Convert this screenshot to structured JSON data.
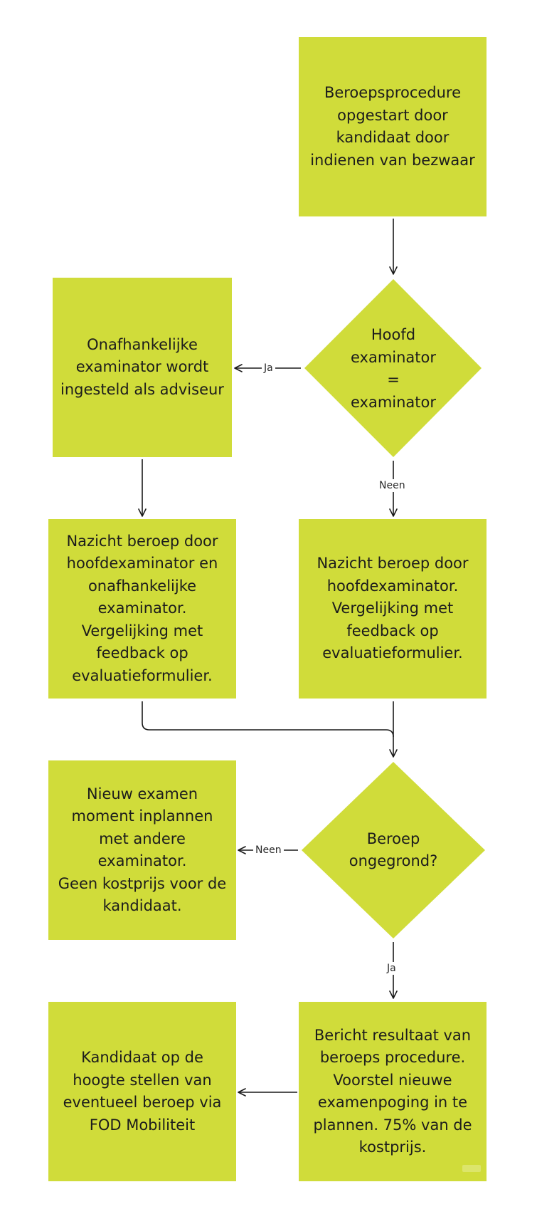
{
  "colors": {
    "node_fill": "#d0dc3a",
    "text": "#1c1c1c",
    "connector": "#1a1a1a",
    "background": "#ffffff"
  },
  "nodes": {
    "start": "Beroepsprocedure\nopgestart door\nkandidaat door\nindienen van bezwaar",
    "decision_head_examiner": "Hoofd\nexaminator\n=\nexaminator",
    "independent_advisor": "Onafhankelijke\nexaminator wordt\ningesteld als adviseur",
    "review_joint": "Nazicht beroep door\nhoofdexaminator en\nonafhankelijke\nexaminator.\nVergelijking met\nfeedback op\nevaluatieformulier.",
    "review_head": "Nazicht beroep door\nhoofdexaminator.\nVergelijking met\nfeedback op\nevaluatieformulier.",
    "decision_unfounded": "Beroep\nongegrond?",
    "new_exam": "Nieuw examen\nmoment inplannen\nmet andere\nexaminator.\nGeen kostprijs voor de\nkandidaat.",
    "result_message": "Bericht resultaat van\nberoeps procedure.\nVoorstel nieuwe\nexamenpoging in te\nplannen. 75% van de\nkostprijs.",
    "inform_candidate": "Kandidaat op de\nhoogte stellen van\neventueel beroep via\nFOD Mobiliteit"
  },
  "edge_labels": {
    "decision1_yes": "Ja",
    "decision1_no": "Neen",
    "decision2_no": "Neen",
    "decision2_yes": "Ja"
  }
}
